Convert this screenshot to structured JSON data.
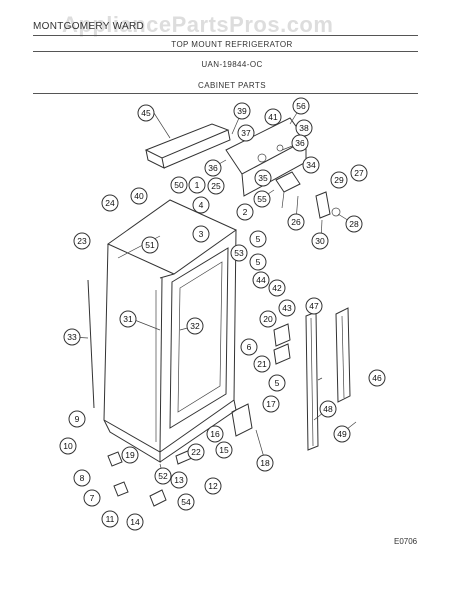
{
  "header": {
    "brand": "MONTGOMERY WARD",
    "watermark": "AppliancePartsPros.com",
    "title": "TOP MOUNT REFRIGERATOR",
    "model": "UAN-19844-OC",
    "section": "CABINET PARTS"
  },
  "footer": {
    "code": "E0706"
  },
  "callouts": [
    {
      "id": "c45",
      "label": "45"
    },
    {
      "id": "c39",
      "label": "39"
    },
    {
      "id": "c37",
      "label": "37"
    },
    {
      "id": "c56",
      "label": "56"
    },
    {
      "id": "c41",
      "label": "41"
    },
    {
      "id": "c38",
      "label": "38"
    },
    {
      "id": "c36a",
      "label": "36"
    },
    {
      "id": "c36b",
      "label": "36"
    },
    {
      "id": "c34",
      "label": "34"
    },
    {
      "id": "c35",
      "label": "35"
    },
    {
      "id": "c55",
      "label": "55"
    },
    {
      "id": "c26",
      "label": "26"
    },
    {
      "id": "c29",
      "label": "29"
    },
    {
      "id": "c27",
      "label": "27"
    },
    {
      "id": "c28",
      "label": "28"
    },
    {
      "id": "c30",
      "label": "30"
    },
    {
      "id": "c50",
      "label": "50"
    },
    {
      "id": "c1",
      "label": "1"
    },
    {
      "id": "c25",
      "label": "25"
    },
    {
      "id": "c40",
      "label": "40"
    },
    {
      "id": "c24",
      "label": "24"
    },
    {
      "id": "c4",
      "label": "4"
    },
    {
      "id": "c2",
      "label": "2"
    },
    {
      "id": "c3",
      "label": "3"
    },
    {
      "id": "c23",
      "label": "23"
    },
    {
      "id": "c51",
      "label": "51"
    },
    {
      "id": "c5a",
      "label": "5"
    },
    {
      "id": "c5b",
      "label": "5"
    },
    {
      "id": "c53",
      "label": "53"
    },
    {
      "id": "c44",
      "label": "44"
    },
    {
      "id": "c42",
      "label": "42"
    },
    {
      "id": "c43",
      "label": "43"
    },
    {
      "id": "c47",
      "label": "47"
    },
    {
      "id": "c20",
      "label": "20"
    },
    {
      "id": "c31",
      "label": "31"
    },
    {
      "id": "c32",
      "label": "32"
    },
    {
      "id": "c33",
      "label": "33"
    },
    {
      "id": "c6",
      "label": "6"
    },
    {
      "id": "c21",
      "label": "21"
    },
    {
      "id": "c46",
      "label": "46"
    },
    {
      "id": "c5c",
      "label": "5"
    },
    {
      "id": "c17",
      "label": "17"
    },
    {
      "id": "c48",
      "label": "48"
    },
    {
      "id": "c9",
      "label": "9"
    },
    {
      "id": "c16a",
      "label": "16"
    },
    {
      "id": "c15",
      "label": "15"
    },
    {
      "id": "c18",
      "label": "18"
    },
    {
      "id": "c49",
      "label": "49"
    },
    {
      "id": "c10",
      "label": "10"
    },
    {
      "id": "c19",
      "label": "19"
    },
    {
      "id": "c22",
      "label": "22"
    },
    {
      "id": "c8",
      "label": "8"
    },
    {
      "id": "c13",
      "label": "13"
    },
    {
      "id": "c12",
      "label": "12"
    },
    {
      "id": "c52",
      "label": "52"
    },
    {
      "id": "c7",
      "label": "7"
    },
    {
      "id": "c54",
      "label": "54"
    },
    {
      "id": "c11",
      "label": "11"
    },
    {
      "id": "c14",
      "label": "14"
    }
  ]
}
